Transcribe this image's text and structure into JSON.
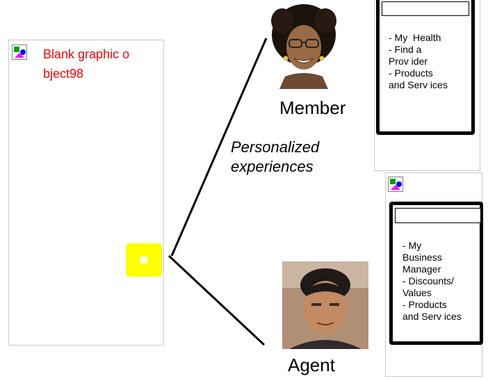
{
  "placeholder": {
    "text_line1": "Blank graphic o",
    "text_line2": "bject98",
    "icon": "placeholder-graphic-icon"
  },
  "tagline": {
    "line1": "Personalized",
    "line2": "experiences"
  },
  "member": {
    "label": "Member",
    "photo": "member-photo",
    "menu": [
      "- My  Health",
      "- Find a",
      "Prov ider",
      "- Products",
      "and Serv ices"
    ]
  },
  "agent": {
    "label": "Agent",
    "photo": "agent-photo",
    "menu": [
      "- My",
      "Business",
      "Manager",
      "- Discounts/",
      "Values",
      "- Products",
      "and Serv ices"
    ]
  },
  "colors": {
    "placeholder_text": "#ff0000",
    "handle": "#ffff00",
    "frame_border": "#c8c8c8"
  }
}
